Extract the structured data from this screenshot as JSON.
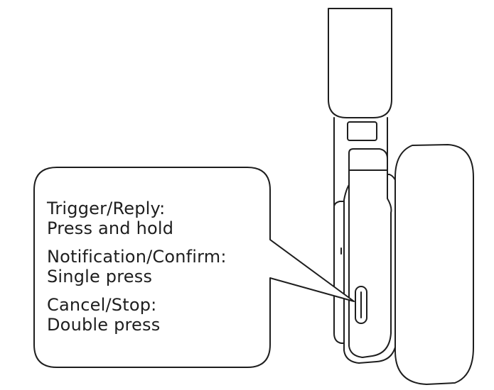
{
  "instructions": [
    {
      "action": "Trigger/Reply:",
      "gesture": "Press and hold"
    },
    {
      "action": "Notification/Confirm:",
      "gesture": "Single press"
    },
    {
      "action": "Cancel/Stop:",
      "gesture": "Double press"
    }
  ],
  "colors": {
    "stroke": "#1e1e1e",
    "background": "#ffffff",
    "text": "#1e1e1e"
  }
}
